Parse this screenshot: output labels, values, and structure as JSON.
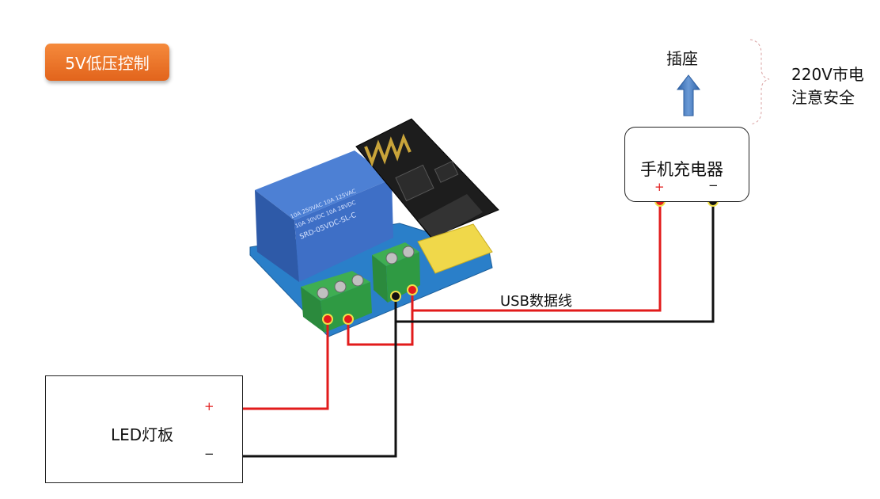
{
  "badge": {
    "label": "5V低压控制"
  },
  "socket": {
    "label": "插座"
  },
  "mains": {
    "line1": "220V市电",
    "line2": "注意安全"
  },
  "charger": {
    "label": "手机充电器",
    "plus": "+",
    "minus": "−"
  },
  "usb": {
    "label": "USB数据线"
  },
  "led": {
    "label": "LED灯板",
    "plus": "+",
    "minus": "−"
  },
  "relay": {
    "text_line1": "10A 250VAC  10A 125VAC",
    "text_line2": "10A 30VDC  10A 28VDC",
    "text_line3": "SRD-05VDC-SL-C"
  },
  "colors": {
    "badge": "#e9722a",
    "red_wire": "#e21b1b",
    "black_wire": "#111111",
    "arrow": "#4a7fc1",
    "relay_blue": "#3e6fc6",
    "terminal_green": "#2f9a43",
    "pcb": "#2a7fc9"
  }
}
